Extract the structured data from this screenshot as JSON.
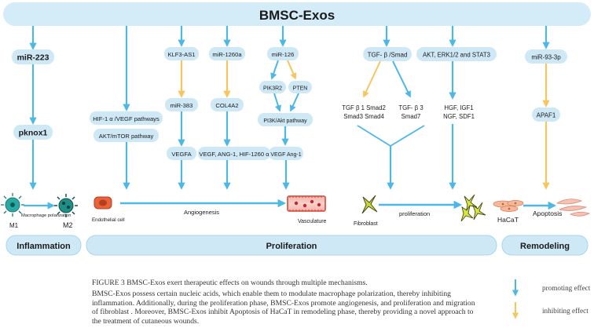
{
  "header": {
    "title": "BMSC-Exos"
  },
  "nodes": {
    "mir223": "miR-223",
    "pknox1": "pknox1",
    "hif": "HIF-1 α /VEGF pathways",
    "akt_mtor": "AKT/mTOR pathway",
    "klf3": "KLF3-AS1",
    "mir383": "miR-383",
    "vegfa": "VEGFA",
    "mir1260": "miR-1260a",
    "col4a2": "COL4A2",
    "vegf_ang": "VEGF, ANG-1, HIF-1260 α",
    "mir126": "miR-126",
    "pik3r2": "PIK3R2",
    "pten": "PTEN",
    "pi3k": "PI3K/Akt pathway",
    "vegf_ang1": "VEGF  Ang-1",
    "tgf_smad": "TGF- β /Smad",
    "tgf_left_1": "TGF β 1  Smad2",
    "tgf_left_2": "Smad3  Smad4",
    "tgf_right_1": "TGF- β 3",
    "tgf_right_2": "Smad7",
    "akt_erk": "AKT, ERK1/2 and  STAT3",
    "hgf_1": "HGF,   IGF1",
    "hgf_2": "NGF,  SDF1",
    "mir93": "miR-93-3p",
    "apaf1": "APAF1"
  },
  "cells": {
    "m1": "M1",
    "m2": "M2",
    "macrophage": "Macrophage polarization",
    "endothelial": "Endothelial cell",
    "angiogenesis": "Angiogenesis",
    "vasculature": "Vasculature",
    "fibroblast": "Fibroblast",
    "proliferation": "proliferation",
    "hacat": "HaCaT",
    "apoptosis": "Apoptosis"
  },
  "phases": {
    "inflammation": "Inflammation",
    "proliferation": "Proliferation",
    "remodeling": "Remodeling"
  },
  "caption": {
    "title": "FIGURE 3   BMSC-Exos exert therapeutic effects on wounds through multiple mechanisms.",
    "body": "BMSC-Exos possess  certain nucleic acids, which enable them to modulate macrophage polarization, thereby inhibiting inflammation. Additionally, during the proliferation phase, BMSC-Exos promote angiogenesis, and proliferation and migration of fibroblast . Moreover, BMSC-Exos inhibit Apoptosis of  HaCaT in remodeling  phase, thereby providing a novel approach to the treatment of cutaneous wounds."
  },
  "legend": {
    "promoting": "promoting effect",
    "inhibiting": "inhibiting effect"
  },
  "colors": {
    "header_fill": "#d4ecf8",
    "node_fill": "#cfe8f6",
    "arrow_blue": "#4db8e6",
    "arrow_orange": "#f7c560",
    "text": "#1a1a1a"
  }
}
